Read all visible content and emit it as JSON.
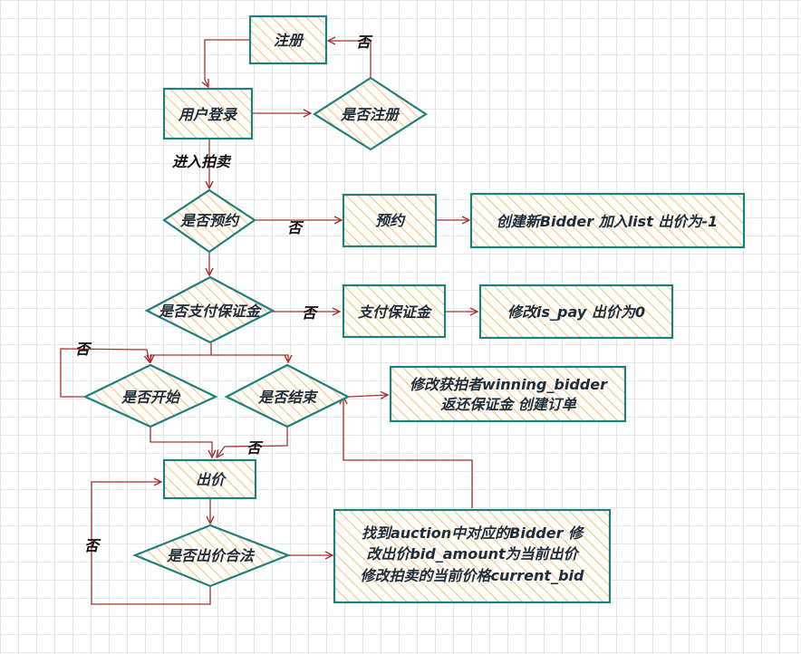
{
  "nodes": {
    "register": "注册",
    "login": "用户登录",
    "is_registered": "是否注册",
    "is_reserved": "是否预约",
    "reserve": "预约",
    "create_bidder": "创建新Bidder 加入list 出价为-1",
    "is_deposit_paid": "是否支付保证金",
    "pay_deposit": "支付保证金",
    "set_is_pay": "修改is_pay 出价为0",
    "is_started": "是否开始",
    "is_ended": "是否结束",
    "winner_line1": "修改获拍者winning_bidder",
    "winner_line2": "返还保证金 创建订单",
    "bid": "出价",
    "is_bid_valid": "是否出价合法",
    "update_line1": "找到auction中对应的Bidder 修",
    "update_line2": "改出价bid_amount为当前出价",
    "update_line3": "修改拍卖的当前价格current_bid"
  },
  "edge_labels": {
    "no_register": "否",
    "enter_auction": "进入拍卖",
    "no_reserve": "否",
    "no_deposit": "否",
    "no_start": "否",
    "no_end": "否",
    "no_valid": "否"
  },
  "colors": {
    "shape_stroke": "#1f7f7a",
    "hatch": "#f3c592",
    "edge": "#a8322d",
    "text": "#1f2d3a"
  }
}
